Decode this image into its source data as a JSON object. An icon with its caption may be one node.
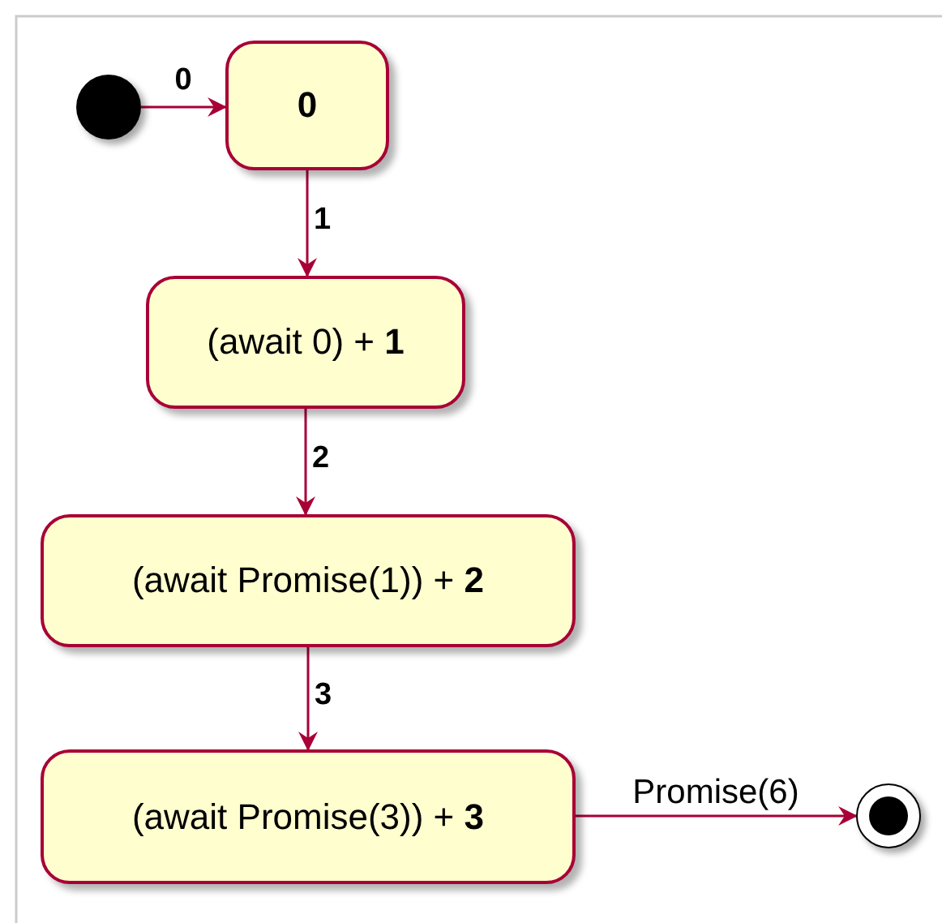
{
  "diagram": {
    "nodes": [
      {
        "text": [],
        "shape": "circle"
      },
      {
        "text": [
          "0"
        ]
      },
      {
        "text": [
          "(await 0) + **1**"
        ]
      },
      {
        "text": [
          "(await Promise(1)) + **2**"
        ]
      },
      {
        "text": [
          "(await Promise(3)) + **3**"
        ]
      },
      {
        "text": [],
        "shape": "circle"
      }
    ],
    "edges": [
      {
        "from": 0,
        "to": 1,
        "arrow": "to",
        "label": "0"
      },
      {
        "from": 1,
        "to": 2,
        "arrow": "to",
        "label": "1"
      },
      {
        "from": 2,
        "to": 3,
        "arrow": "to",
        "label": "2"
      },
      {
        "from": 3,
        "to": 4,
        "arrow": "to",
        "label": "3"
      },
      {
        "from": 4,
        "to": 5,
        "arrow": "to",
        "label": "Promise(6)"
      }
    ]
  }
}
